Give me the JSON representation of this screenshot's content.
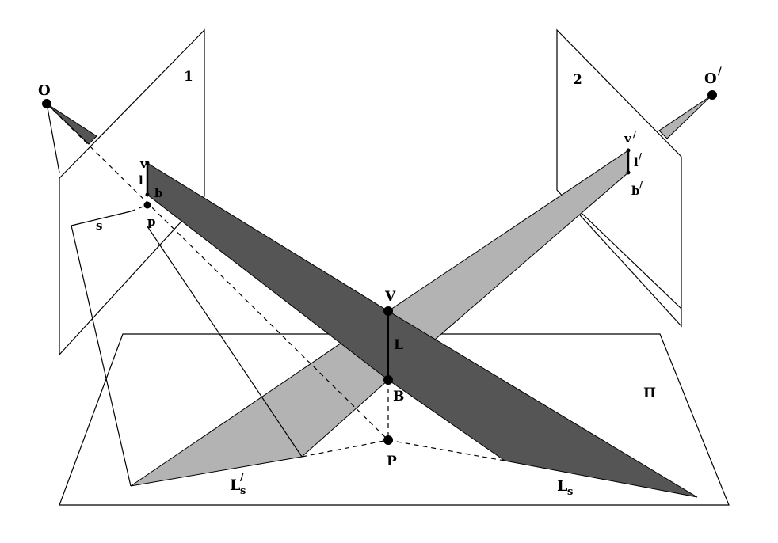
{
  "labels": {
    "O": "O",
    "O_prime": "O",
    "prime_mark": "/",
    "plane1": "1",
    "plane2": "2",
    "v": "v",
    "l": "l",
    "b": "b",
    "p": "p",
    "s": "s",
    "v_prime": "v",
    "l_prime": "l",
    "b_prime": "b",
    "V": "V",
    "L": "L",
    "B": "B",
    "P": "P",
    "Pi": "Π",
    "Ls_prime_main": "L",
    "Ls_prime_sub": "s",
    "Ls_main": "L",
    "Ls_sub": "s"
  },
  "colors": {
    "dark_shadow": "#555555",
    "light_shadow": "#b3b3b3",
    "line": "#000000"
  }
}
